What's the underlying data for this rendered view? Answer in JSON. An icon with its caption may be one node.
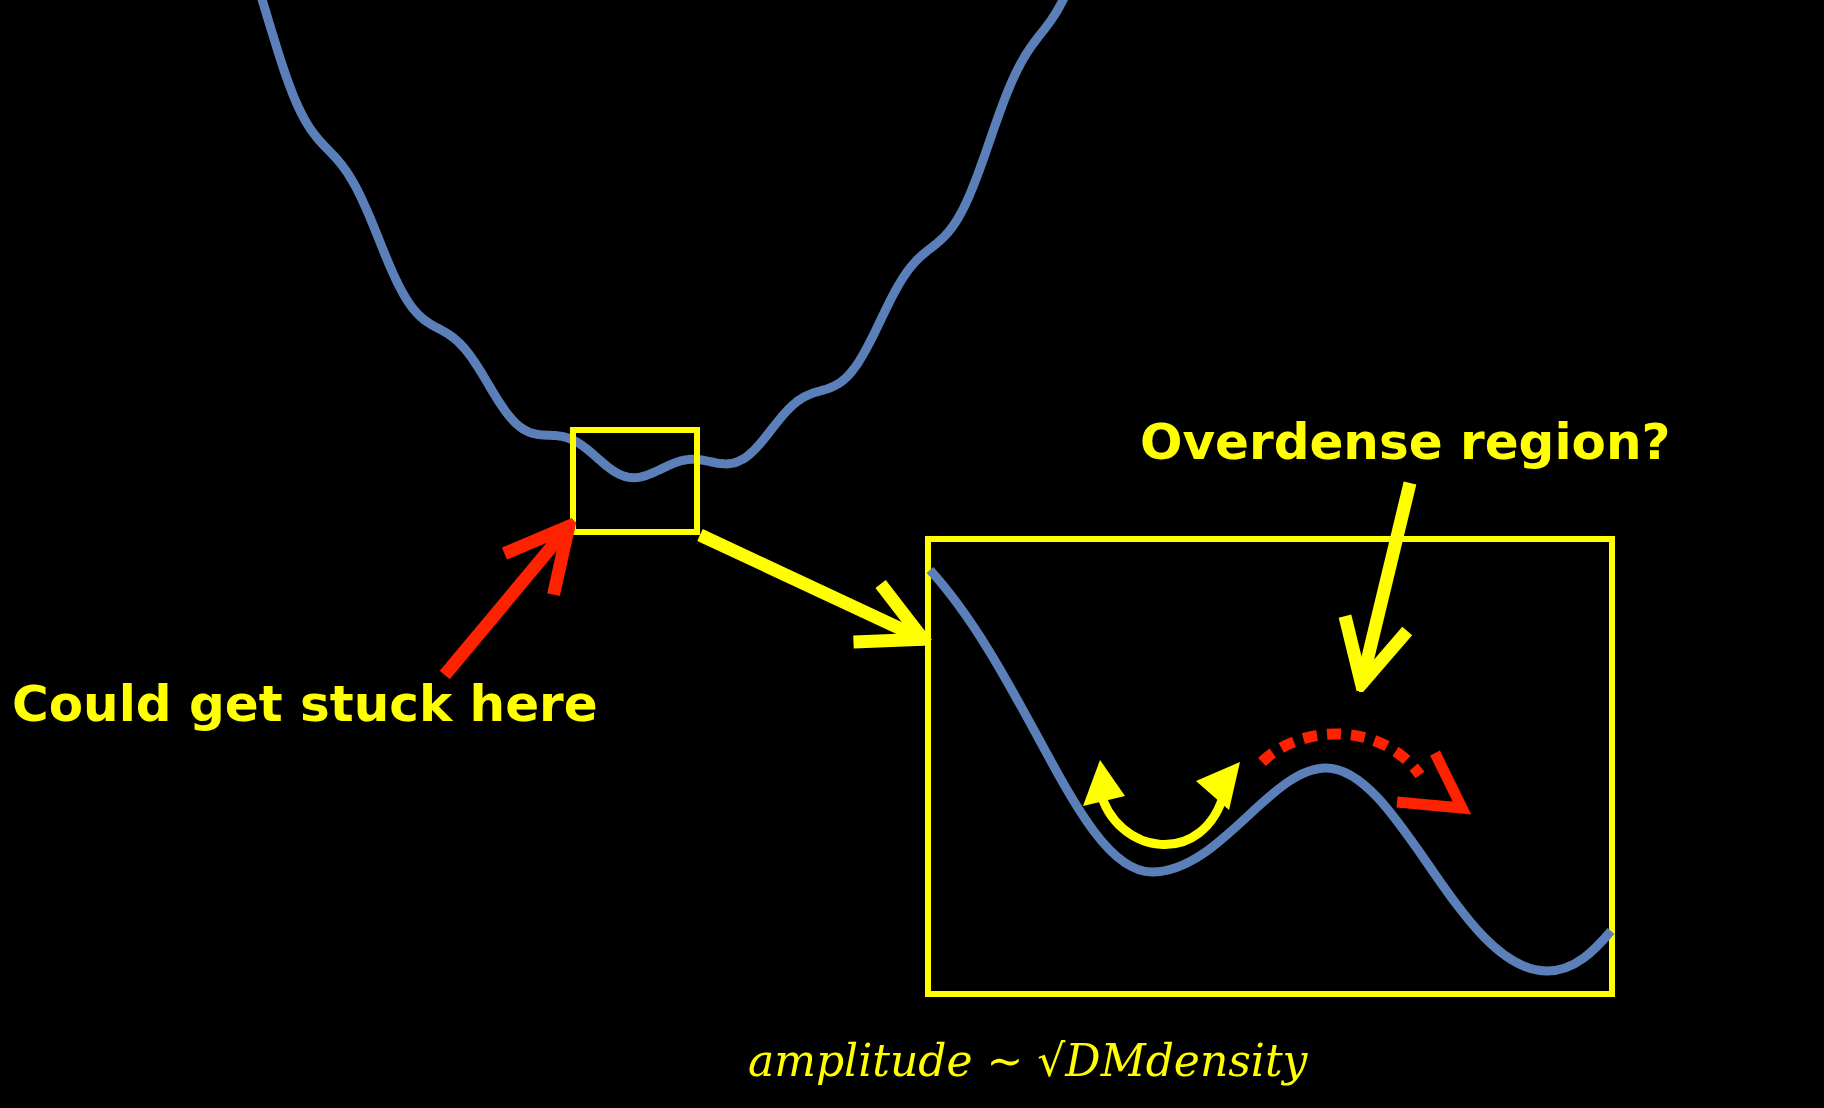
{
  "diagram": {
    "nodes": [
      {
        "text": [],
        "shape": "box"
      },
      {
        "text": [],
        "shape": "box"
      },
      {
        "text": [
          "Could get stuck here"
        ]
      },
      {
        "text": [
          "Overdense region?"
        ]
      }
    ],
    "edges": [
      {
        "from": 2,
        "to": 0,
        "arrow": "to",
        "color": "#ff2200"
      },
      {
        "from": 0,
        "to": 1,
        "arrow": "to"
      },
      {
        "from": 3,
        "to": 1,
        "arrow": "to"
      }
    ],
    "labels": [
      "amplitude ∼ √DMdensity"
    ]
  }
}
